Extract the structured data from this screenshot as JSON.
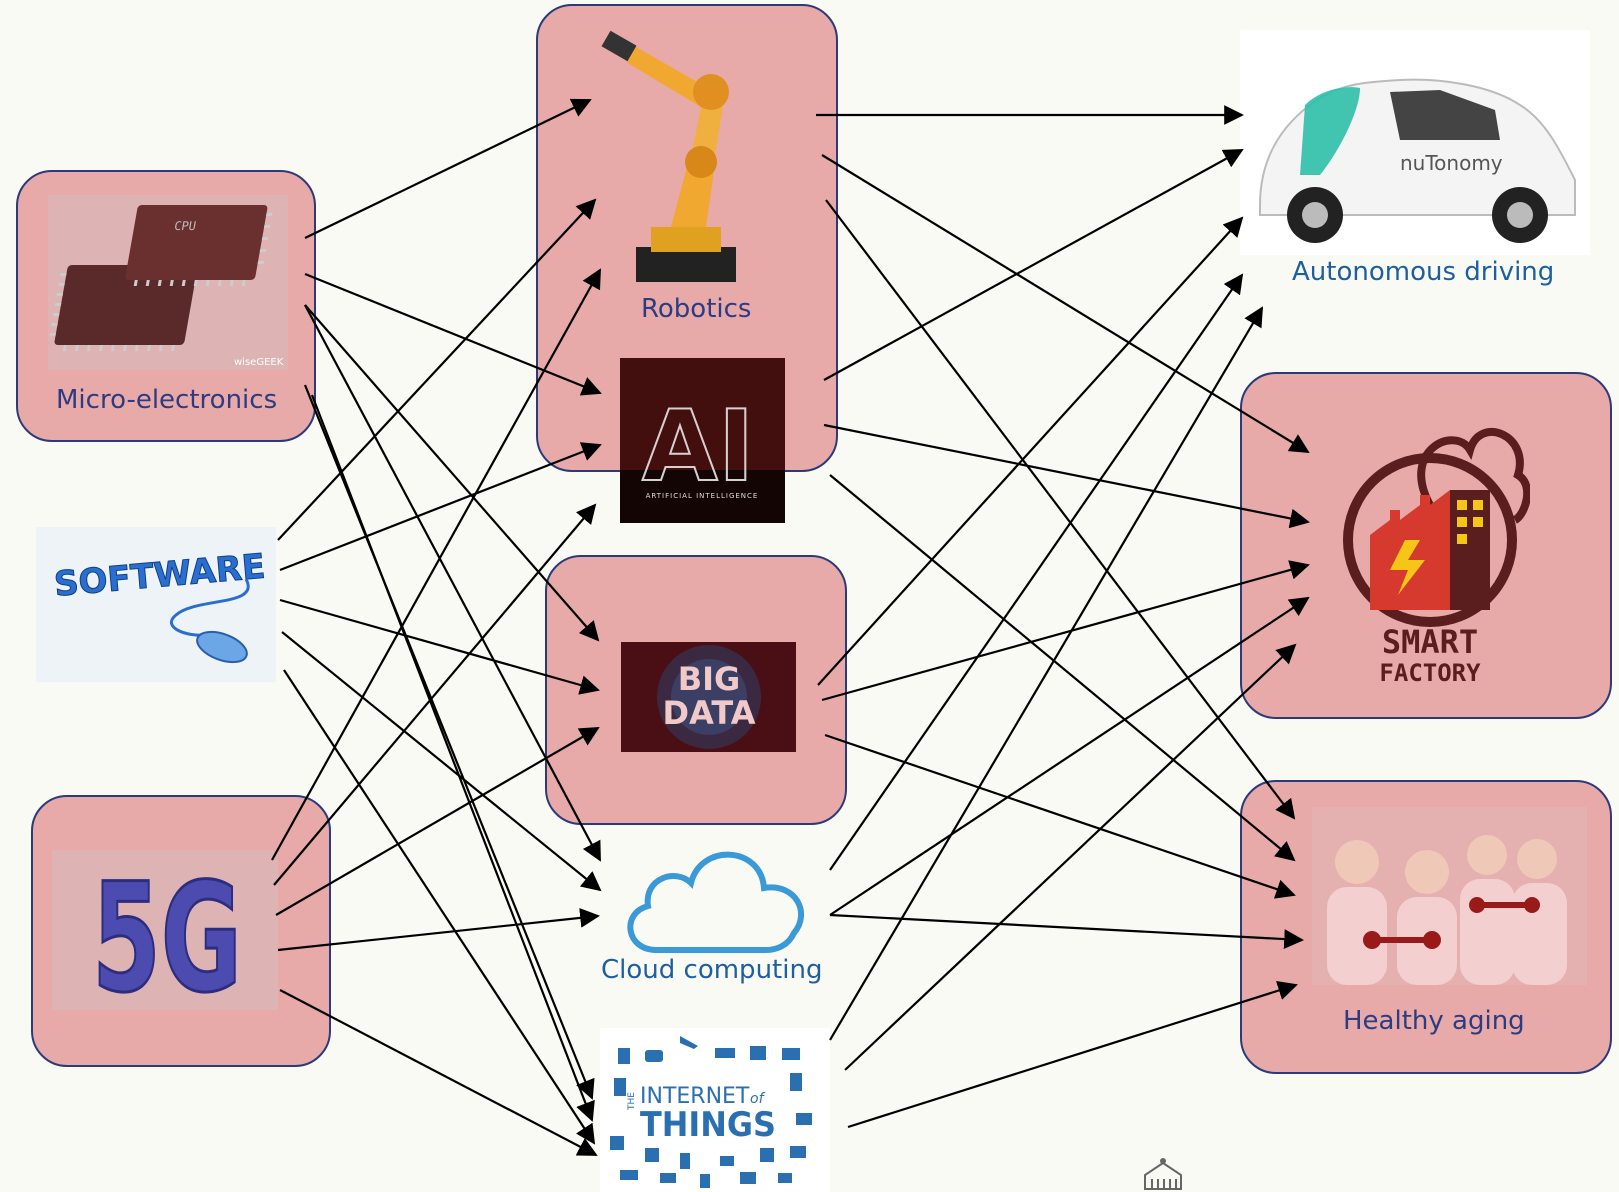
{
  "nodes": {
    "micro_electronics": {
      "label": "Micro-electronics",
      "chip_text": "CPU",
      "watermark": "wiseGEEK"
    },
    "software": {
      "label": "SOFTWARE"
    },
    "five_g": {
      "label": "5G"
    },
    "robotics": {
      "label": "Robotics"
    },
    "ai": {
      "label": "AI",
      "sublabel": "ARTIFICIAL INTELLIGENCE"
    },
    "big_data": {
      "label_line1": "BIG",
      "label_line2": "DATA"
    },
    "cloud": {
      "label": "Cloud computing"
    },
    "iot": {
      "label_the": "THE",
      "label_internet": "INTERNET",
      "label_of": "of",
      "label_things": "THINGS"
    },
    "autonomous": {
      "label": "Autonomous driving",
      "car_brand": "nuTonomy"
    },
    "smart_factory": {
      "label_line1": "SMART",
      "label_line2": "FACTORY"
    },
    "healthy_aging": {
      "label": "Healthy aging"
    }
  },
  "edges": [
    [
      "micro_electronics",
      "robotics"
    ],
    [
      "micro_electronics",
      "ai"
    ],
    [
      "micro_electronics",
      "big_data"
    ],
    [
      "micro_electronics",
      "cloud"
    ],
    [
      "micro_electronics",
      "iot"
    ],
    [
      "micro_electronics",
      "iot"
    ],
    [
      "software",
      "robotics"
    ],
    [
      "software",
      "ai"
    ],
    [
      "software",
      "big_data"
    ],
    [
      "software",
      "cloud"
    ],
    [
      "software",
      "iot"
    ],
    [
      "five_g",
      "robotics"
    ],
    [
      "five_g",
      "ai"
    ],
    [
      "five_g",
      "big_data"
    ],
    [
      "five_g",
      "cloud"
    ],
    [
      "five_g",
      "iot"
    ],
    [
      "robotics",
      "autonomous"
    ],
    [
      "robotics",
      "smart_factory"
    ],
    [
      "robotics",
      "healthy_aging"
    ],
    [
      "ai",
      "autonomous"
    ],
    [
      "ai",
      "smart_factory"
    ],
    [
      "ai",
      "healthy_aging"
    ],
    [
      "big_data",
      "autonomous"
    ],
    [
      "big_data",
      "smart_factory"
    ],
    [
      "big_data",
      "healthy_aging"
    ],
    [
      "cloud",
      "autonomous"
    ],
    [
      "cloud",
      "smart_factory"
    ],
    [
      "cloud",
      "healthy_aging"
    ],
    [
      "iot",
      "autonomous"
    ],
    [
      "iot",
      "smart_factory"
    ],
    [
      "iot",
      "healthy_aging"
    ]
  ],
  "colors": {
    "box_fill": "#e8a9a9",
    "box_border": "#2b3a7a",
    "label": "#2d3c82",
    "arrow": "#000000"
  }
}
